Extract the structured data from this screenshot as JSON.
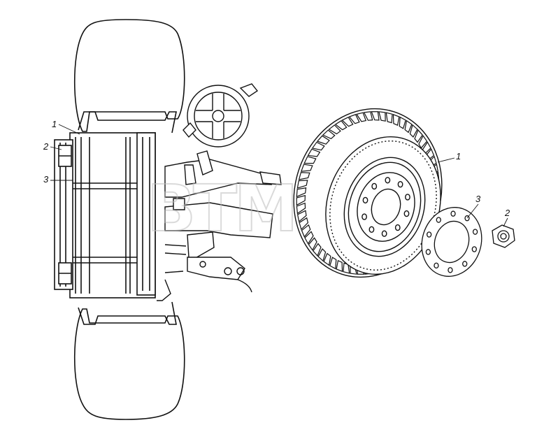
{
  "diagram": {
    "callouts_left": [
      {
        "id": "1",
        "label": "1"
      },
      {
        "id": "2",
        "label": "2"
      },
      {
        "id": "3",
        "label": "3"
      }
    ],
    "callouts_right": [
      {
        "id": "1",
        "label": "1"
      },
      {
        "id": "3",
        "label": "3"
      },
      {
        "id": "2",
        "label": "2"
      }
    ],
    "watermark": "BTM"
  }
}
